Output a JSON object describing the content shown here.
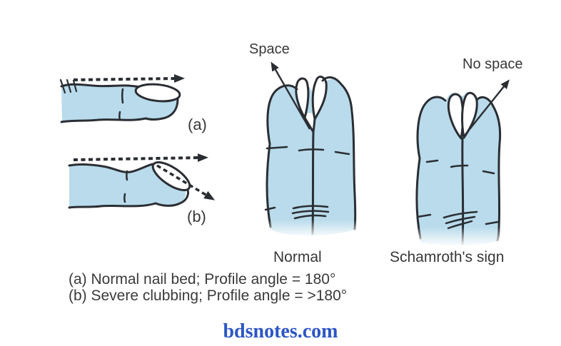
{
  "figure": {
    "panel_a": {
      "label": "(a)"
    },
    "panel_b": {
      "label": "(b)"
    },
    "normal_panel": {
      "pointer_label": "Space",
      "caption": "Normal"
    },
    "schamroth_panel": {
      "pointer_label": "No space",
      "caption": "Schamroth's sign"
    },
    "legend": {
      "line_a": "(a) Normal nail bed; Profile angle = 180°",
      "line_b": "(b) Severe clubbing; Profile angle = >180°"
    },
    "watermark": "bdsnotes.com",
    "colors": {
      "finger_fill": "#b9dbeb",
      "outline": "#2a2e33",
      "label_text": "#383838",
      "watermark_blue": "#2c56c4",
      "background": "#ffffff"
    }
  }
}
